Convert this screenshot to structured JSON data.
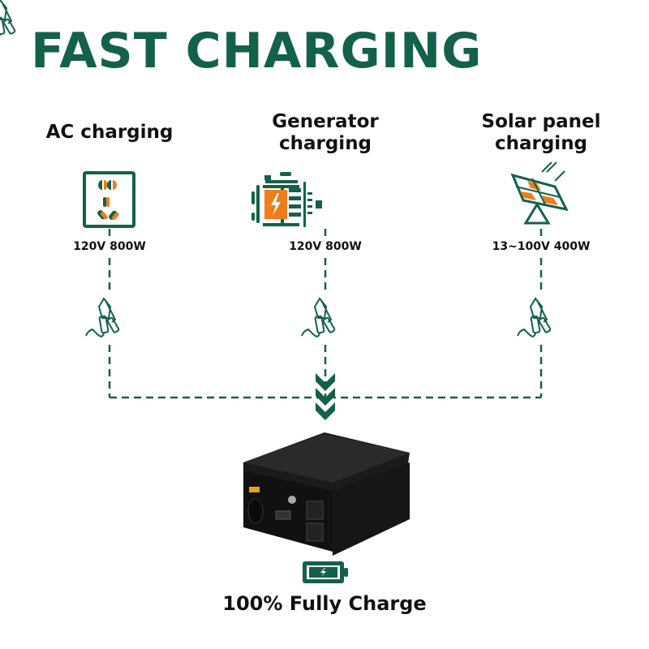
{
  "title": "FAST CHARGING",
  "colors": {
    "brand_green": "#13614a",
    "accent_orange": "#f07c1a"
  },
  "sources": [
    {
      "label_lines": [
        "AC charging"
      ],
      "spec": "120V 800W",
      "icon": "power-outlet-icon"
    },
    {
      "label_lines": [
        "Generator",
        "charging"
      ],
      "spec": "120V 800W",
      "icon": "generator-icon"
    },
    {
      "label_lines": [
        "Solar panel",
        "charging"
      ],
      "spec": "13~100V 400W",
      "icon": "solar-panel-icon"
    }
  ],
  "connector_icon": "alligator-clip-icon",
  "flow_icon": "triple-chevron-down-icon",
  "product_image": "portable-power-station",
  "battery_icon": "full-battery-icon",
  "footer_text": "100% Fully Charge"
}
